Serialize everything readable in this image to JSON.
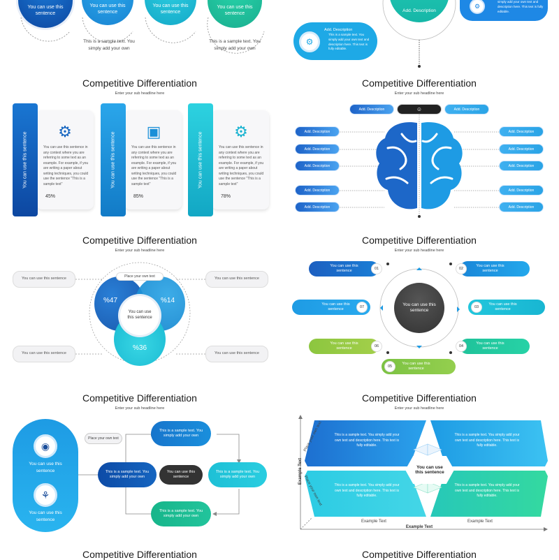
{
  "slide1": {
    "circle_texts": [
      "You can use this sentence",
      "You can use this sentence",
      "You can use this sentence",
      "You can use this sentence"
    ],
    "sample_text": "This is a sample text. You simply add your own",
    "colors": [
      "#1565c0",
      "#1a9be0",
      "#16b8d6",
      "#1fc8a0"
    ]
  },
  "slide2": {
    "desc_label": "Add. Description",
    "desc_body": "This is a sample text. You simply add your own text and description here. This text is fully editable.",
    "top_body": "simply add your own text and description here. This text is fully editable.",
    "center_label": "Add. Description"
  },
  "slide3": {
    "title": "Competitive Differentiation",
    "sub": "Enter your sub headline here",
    "vertical_label": "You can use this sentence",
    "body": "You can use this sentence in any context where you are referring to some text as an example. For example, if you are writing a paper about writing techniques, you could use the sentence \"This is a sample text\"",
    "percents": [
      "45%",
      "85%",
      "78%"
    ]
  },
  "slide4": {
    "title": "Competitive Differentiation",
    "sub": "Enter your sub headline here",
    "desc": "Add. Description"
  },
  "slide5": {
    "title": "Competitive Differentiation",
    "sub": "Enter your sub headline here",
    "gray": "You can use this sentence",
    "place": "Place your own text",
    "center": "You can use this sentence",
    "percents": [
      "%47",
      "%14",
      "%36"
    ]
  },
  "slide6": {
    "title": "Competitive Differentiation",
    "sub": "Enter your sub headline here",
    "center": "You can use this sentence",
    "item": "You can use this sentence",
    "numbers": [
      "01",
      "02",
      "03",
      "04",
      "05",
      "06",
      "07"
    ]
  },
  "slide7": {
    "title": "Competitive Differentiation",
    "sub": "Enter your sub headline here",
    "side": "You can use this sentence",
    "place": "Place your own text",
    "sample": "This is a sample text. You simply add your own",
    "center": "You can use this sentence"
  },
  "slide8": {
    "title": "Competitive Differentiation",
    "sub": "Enter your sub headline here",
    "body": "This is a sample text. You simply add your own text and description here. This text is fully editable.",
    "center": "You can use this sentence",
    "axis": "Example Text",
    "diag": "Place your own text"
  },
  "footer_titles": [
    "Competitive Differentiation",
    "Competitive Differentiation"
  ]
}
